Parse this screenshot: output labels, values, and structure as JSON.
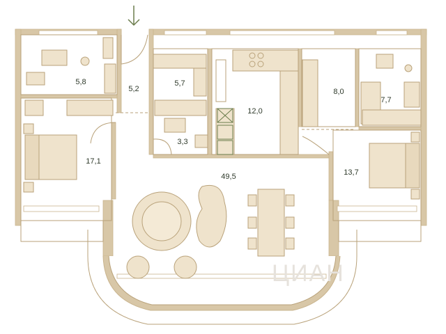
{
  "colors": {
    "wall": "#d8c7a7",
    "wall_stroke": "#c9b48e",
    "furniture_fill": "#efe3cc",
    "line": "#b9a27a",
    "accent": "#6b7c4c",
    "glass": "#c8c8c8"
  },
  "entrance_icon": "entrance-arrow-icon",
  "rooms": [
    {
      "id": "bathroom-1",
      "area": "5,8"
    },
    {
      "id": "hallway",
      "area": "5,2"
    },
    {
      "id": "wardrobe-1",
      "area": "5,7"
    },
    {
      "id": "kitchen",
      "area": "12,0"
    },
    {
      "id": "wardrobe-2",
      "area": "8,0"
    },
    {
      "id": "bathroom-2",
      "area": "7,7"
    },
    {
      "id": "bedroom-1",
      "area": "17,1"
    },
    {
      "id": "laundry",
      "area": "3,3"
    },
    {
      "id": "living-room",
      "area": "49,5"
    },
    {
      "id": "bedroom-2",
      "area": "13,7"
    }
  ]
}
